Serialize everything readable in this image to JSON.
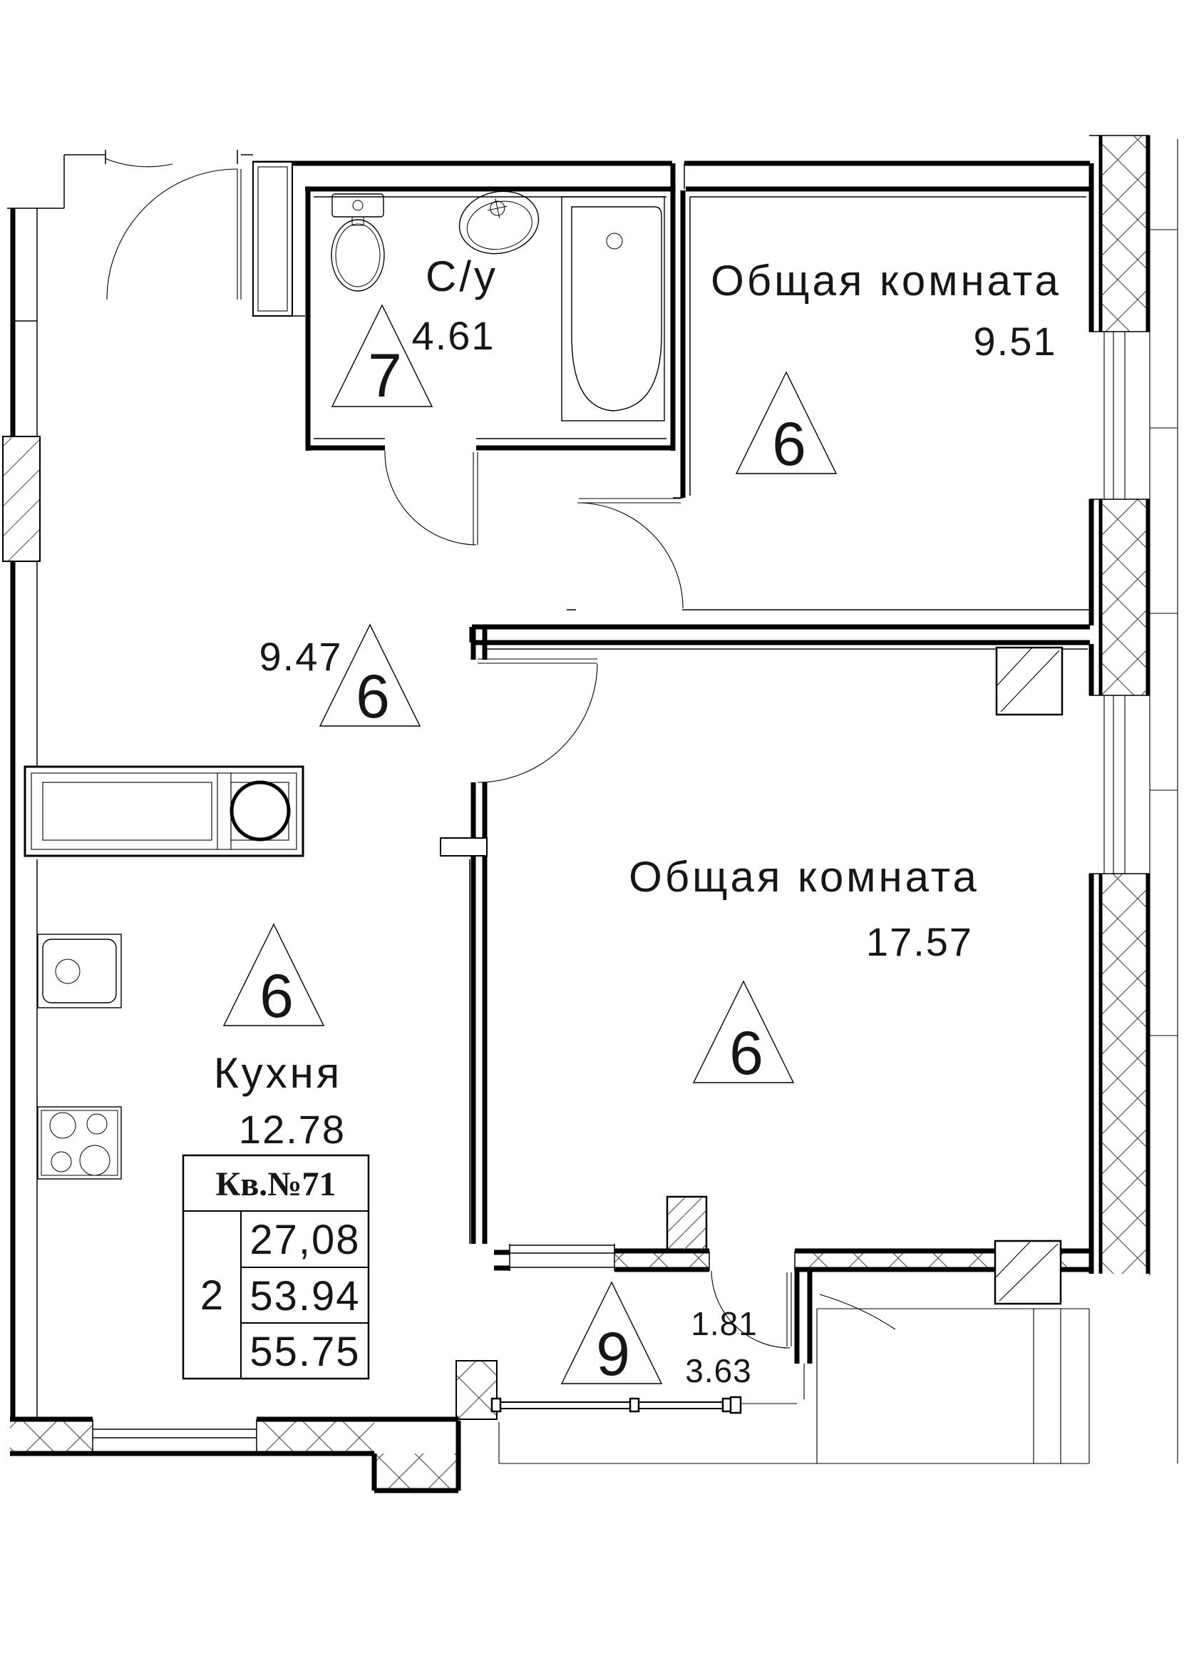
{
  "rooms": {
    "bathroom": {
      "name": "С/у",
      "area": "4.61",
      "marker": "7"
    },
    "living_top": {
      "name": "Общая комната",
      "area": "9.51",
      "marker": "6"
    },
    "hallway": {
      "area": "9.47",
      "marker": "6"
    },
    "kitchen": {
      "name": "Кухня",
      "area": "12.78",
      "marker": "6"
    },
    "living_main": {
      "name": "Общая комната",
      "area": "17.57",
      "marker": "6"
    },
    "balcony": {
      "marker": "9",
      "area_coeff": "1.81",
      "area_full": "3.63"
    }
  },
  "info_table": {
    "title": "Кв.№71",
    "rooms_count": "2",
    "living_area": "27,08",
    "apartment_area": "53.94",
    "total_area": "55.75"
  },
  "colors": {
    "line": "#000000",
    "hatch": "#555555",
    "background": "#ffffff"
  }
}
